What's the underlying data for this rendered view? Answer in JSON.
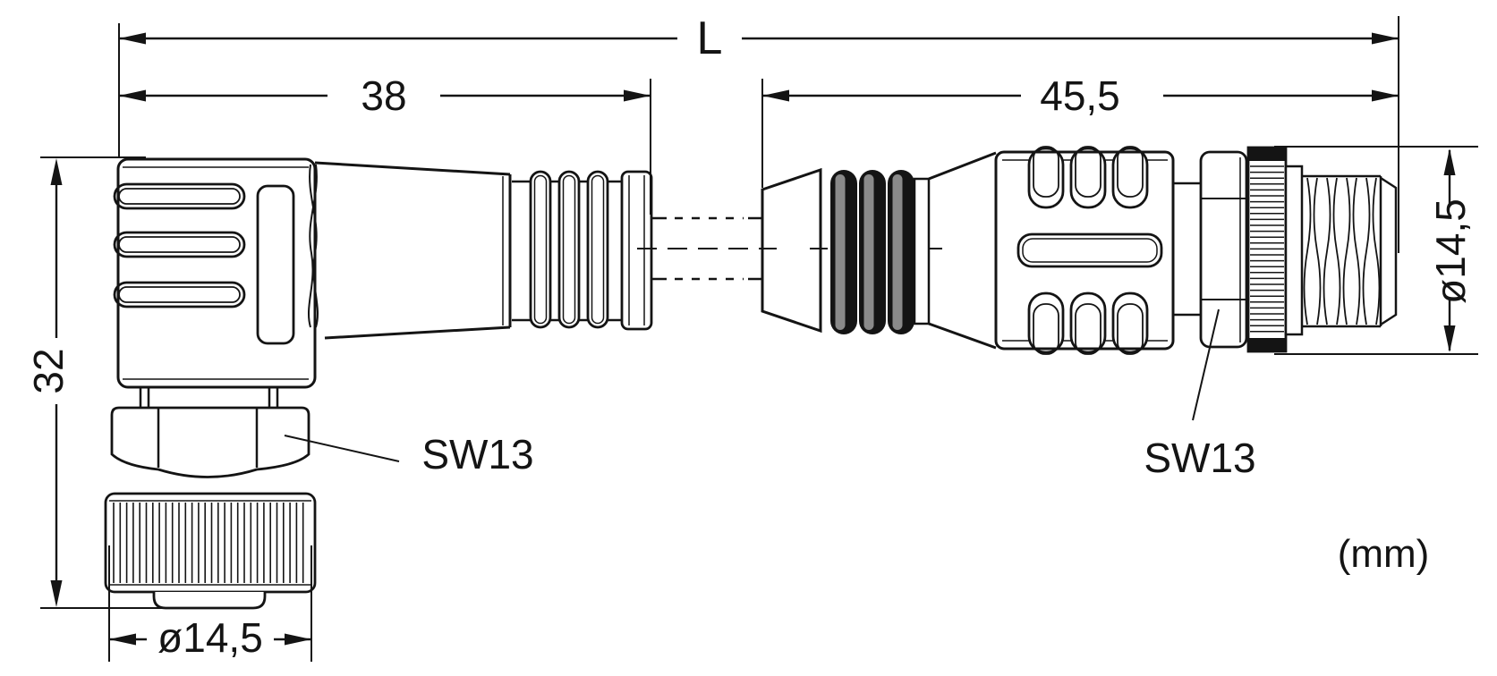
{
  "drawing": {
    "title_hidden": "",
    "unit_note": "(mm)",
    "dimensions": {
      "overall_length_label": "L",
      "left_connector_length": "38",
      "right_connector_length": "45,5",
      "left_connector_height": "32",
      "left_nut_diameter": "ø14,5",
      "right_nut_diameter": "ø14,5",
      "left_wrench_size": "SW13",
      "right_wrench_size": "SW13"
    },
    "colors": {
      "line": "#141414",
      "seal_gray": "#8a8a8a",
      "background": "#ffffff"
    }
  }
}
